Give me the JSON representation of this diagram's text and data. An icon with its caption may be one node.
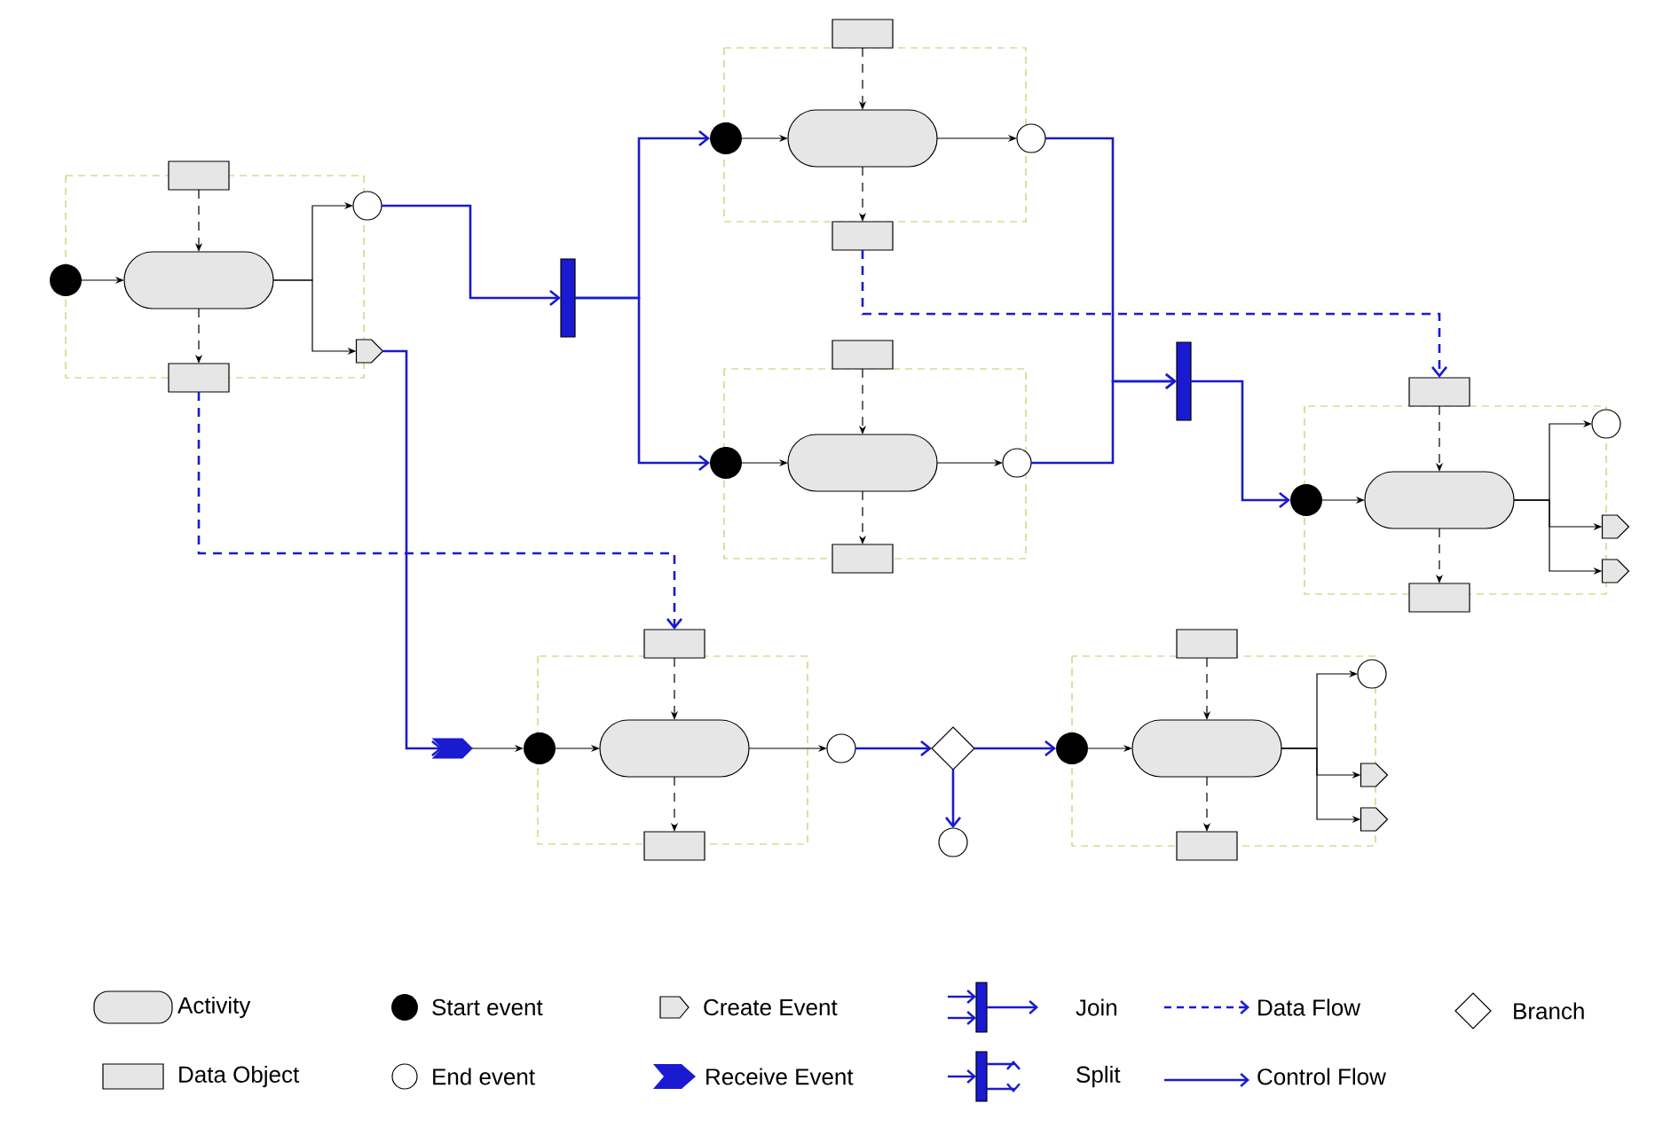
{
  "diagram": {
    "nodes": [
      {
        "text": [],
        "shape": "box"
      },
      {
        "text": [],
        "shape": "dot"
      },
      {
        "text": [],
        "shape": "pill"
      },
      {
        "text": [],
        "shape": "box"
      },
      {
        "text": [],
        "shape": "circle"
      },
      {
        "text": [],
        "shape": "pentagon"
      },
      {
        "text": [],
        "shape": "bar"
      },
      {
        "text": [],
        "shape": "box"
      },
      {
        "text": [],
        "shape": "dot"
      },
      {
        "text": [],
        "shape": "pill"
      },
      {
        "text": [],
        "shape": "box"
      },
      {
        "text": [],
        "shape": "circle"
      },
      {
        "text": [],
        "shape": "box"
      },
      {
        "text": [],
        "shape": "dot"
      },
      {
        "text": [],
        "shape": "pill"
      },
      {
        "text": [],
        "shape": "box"
      },
      {
        "text": [],
        "shape": "circle"
      },
      {
        "text": [],
        "shape": "bar"
      },
      {
        "text": [],
        "shape": "box"
      },
      {
        "text": [],
        "shape": "dot"
      },
      {
        "text": [],
        "shape": "pill"
      },
      {
        "text": [],
        "shape": "box"
      },
      {
        "text": [],
        "shape": "circle"
      },
      {
        "text": [],
        "shape": "pentagon"
      },
      {
        "text": [],
        "shape": "pentagon"
      },
      {
        "text": [],
        "shape": "chevron"
      },
      {
        "text": [],
        "shape": "box"
      },
      {
        "text": [],
        "shape": "dot"
      },
      {
        "text": [],
        "shape": "pill"
      },
      {
        "text": [],
        "shape": "box"
      },
      {
        "text": [],
        "shape": "circle"
      },
      {
        "text": [],
        "shape": "diamond"
      },
      {
        "text": [],
        "shape": "circle"
      },
      {
        "text": [],
        "shape": "box"
      },
      {
        "text": [],
        "shape": "dot"
      },
      {
        "text": [],
        "shape": "pill"
      },
      {
        "text": [],
        "shape": "box"
      },
      {
        "text": [],
        "shape": "circle"
      },
      {
        "text": [],
        "shape": "pentagon"
      },
      {
        "text": [],
        "shape": "pentagon"
      }
    ],
    "edges": [
      {
        "from": 0,
        "to": 2,
        "arrow": "to",
        "style": "dashed"
      },
      {
        "from": 1,
        "to": 2,
        "arrow": "to"
      },
      {
        "from": 2,
        "to": 3,
        "arrow": "to",
        "style": "dashed"
      },
      {
        "from": 2,
        "to": 4,
        "arrow": "to"
      },
      {
        "from": 2,
        "to": 5,
        "arrow": "to"
      },
      {
        "from": 4,
        "to": 6,
        "arrow": "to",
        "color": "#1a1ad0"
      },
      {
        "from": 6,
        "to": 8,
        "arrow": "to",
        "color": "#1a1ad0"
      },
      {
        "from": 6,
        "to": 13,
        "arrow": "to",
        "color": "#1a1ad0"
      },
      {
        "from": 7,
        "to": 9,
        "arrow": "to",
        "style": "dashed"
      },
      {
        "from": 8,
        "to": 9,
        "arrow": "to"
      },
      {
        "from": 9,
        "to": 10,
        "arrow": "to",
        "style": "dashed"
      },
      {
        "from": 9,
        "to": 11,
        "arrow": "to"
      },
      {
        "from": 12,
        "to": 14,
        "arrow": "to",
        "style": "dashed"
      },
      {
        "from": 13,
        "to": 14,
        "arrow": "to"
      },
      {
        "from": 14,
        "to": 15,
        "arrow": "to",
        "style": "dashed"
      },
      {
        "from": 14,
        "to": 16,
        "arrow": "to"
      },
      {
        "from": 11,
        "to": 17,
        "arrow": "to",
        "color": "#1a1ad0"
      },
      {
        "from": 16,
        "to": 17,
        "arrow": "to",
        "color": "#1a1ad0"
      },
      {
        "from": 10,
        "to": 18,
        "arrow": "to",
        "style": "dashed",
        "color": "#1a1ad0"
      },
      {
        "from": 17,
        "to": 19,
        "arrow": "to",
        "color": "#1a1ad0"
      },
      {
        "from": 18,
        "to": 20,
        "arrow": "to",
        "style": "dashed"
      },
      {
        "from": 19,
        "to": 20,
        "arrow": "to"
      },
      {
        "from": 20,
        "to": 21,
        "arrow": "to",
        "style": "dashed"
      },
      {
        "from": 20,
        "to": 22,
        "arrow": "to"
      },
      {
        "from": 20,
        "to": 23,
        "arrow": "to"
      },
      {
        "from": 20,
        "to": 24,
        "arrow": "to"
      },
      {
        "from": 3,
        "to": 26,
        "arrow": "to",
        "style": "dashed",
        "color": "#1a1ad0"
      },
      {
        "from": 5,
        "to": 25,
        "arrow": "to",
        "color": "#1a1ad0"
      },
      {
        "from": 25,
        "to": 27,
        "arrow": "to"
      },
      {
        "from": 26,
        "to": 28,
        "arrow": "to",
        "style": "dashed"
      },
      {
        "from": 27,
        "to": 28,
        "arrow": "to"
      },
      {
        "from": 28,
        "to": 29,
        "arrow": "to",
        "style": "dashed"
      },
      {
        "from": 28,
        "to": 30,
        "arrow": "to"
      },
      {
        "from": 30,
        "to": 31,
        "arrow": "to",
        "color": "#1a1ad0"
      },
      {
        "from": 31,
        "to": 34,
        "arrow": "to",
        "color": "#1a1ad0"
      },
      {
        "from": 31,
        "to": 32,
        "arrow": "to",
        "color": "#1a1ad0"
      },
      {
        "from": 33,
        "to": 35,
        "arrow": "to",
        "style": "dashed"
      },
      {
        "from": 34,
        "to": 35,
        "arrow": "to"
      },
      {
        "from": 35,
        "to": 36,
        "arrow": "to",
        "style": "dashed"
      },
      {
        "from": 35,
        "to": 37,
        "arrow": "to"
      },
      {
        "from": 35,
        "to": 38,
        "arrow": "to"
      },
      {
        "from": 35,
        "to": 39,
        "arrow": "to"
      }
    ],
    "legend": [
      {
        "text": "Activity"
      },
      {
        "text": "Start event"
      },
      {
        "text": "Create Event"
      },
      {
        "text": "Join"
      },
      {
        "text": "Data Flow"
      },
      {
        "text": "Branch"
      },
      {
        "text": "Data Object"
      },
      {
        "text": "End event"
      },
      {
        "text": "Receive Event"
      },
      {
        "text": "Split"
      },
      {
        "text": "Control Flow"
      }
    ]
  }
}
